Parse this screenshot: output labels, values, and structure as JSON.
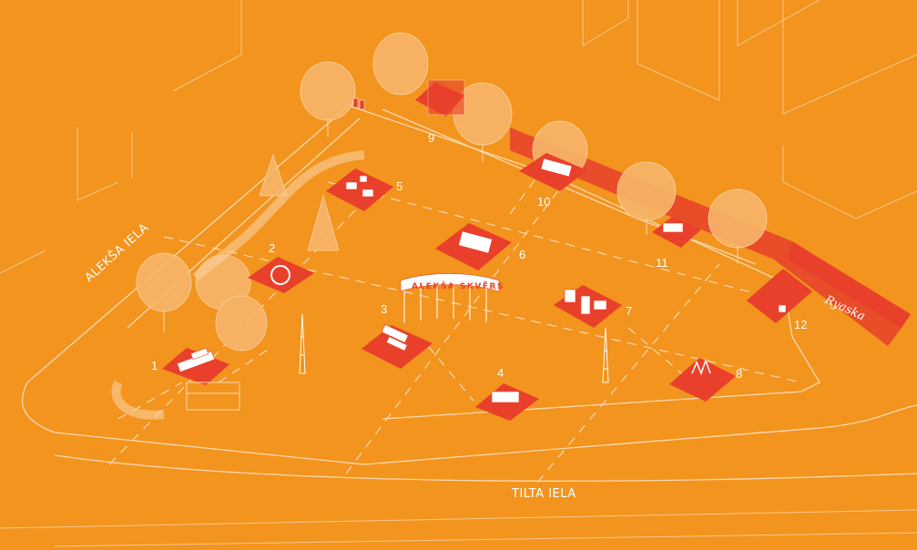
{
  "map": {
    "streets": {
      "left": "ALEKŠA IELA",
      "bottom": "TILTA IELA"
    },
    "sign": "ALEKŠA SKVĒRS",
    "wall_script": "Ryaska",
    "markers": [
      {
        "id": "1",
        "label": "1"
      },
      {
        "id": "2",
        "label": "2"
      },
      {
        "id": "3",
        "label": "3"
      },
      {
        "id": "4",
        "label": "4"
      },
      {
        "id": "5",
        "label": "5"
      },
      {
        "id": "6",
        "label": "6"
      },
      {
        "id": "7",
        "label": "7"
      },
      {
        "id": "8",
        "label": "8"
      },
      {
        "id": "9",
        "label": "9"
      },
      {
        "id": "10",
        "label": "10"
      },
      {
        "id": "11",
        "label": "11"
      },
      {
        "id": "12",
        "label": "12"
      }
    ]
  },
  "colors": {
    "background": "#F2941E",
    "pad": "#E8402A",
    "line": "#FBD9B0",
    "tree": "#F6B66A"
  }
}
